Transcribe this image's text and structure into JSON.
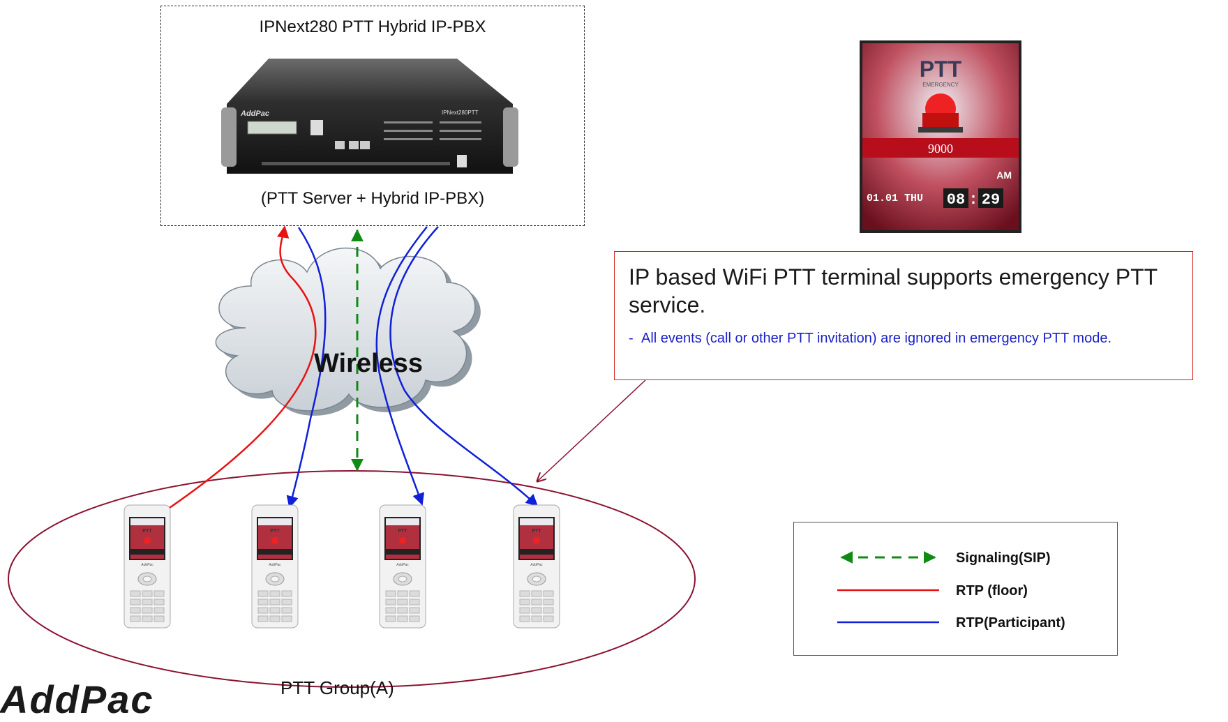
{
  "server": {
    "title": "IPNext280 PTT Hybrid IP-PBX",
    "subtitle": "(PTT Server + Hybrid IP-PBX)",
    "brand_left": "AddPac",
    "brand_right": "IPNext280PTT"
  },
  "phone_screen": {
    "title": "PTT",
    "subtitle": "EMERGENCY",
    "number": "9000",
    "ampm": "AM",
    "date": "01.01 THU",
    "time_h": "08",
    "time_m": "29"
  },
  "callout": {
    "main": "IP based WiFi PTT terminal supports emergency PTT service.",
    "bullet": "-",
    "sub": "All events (call or other PTT invitation) are ignored in emergency PTT mode."
  },
  "cloud_label": "Wireless",
  "group_label": "PTT Group(A)",
  "handset_brand": "AddPac",
  "legend": {
    "items": [
      {
        "label": "Signaling(SIP)",
        "color": "#0f8a13",
        "style": "dashed"
      },
      {
        "label": "RTP (floor)",
        "color": "#e81212",
        "style": "solid"
      },
      {
        "label": "RTP(Participant)",
        "color": "#1020d8",
        "style": "solid"
      }
    ]
  },
  "logo_text": "AddPac",
  "colors": {
    "signaling": "#0f8a13",
    "floor": "#e81212",
    "participant": "#1020d8",
    "group_ellipse": "#8a1230",
    "callout_border": "#d11f1f"
  }
}
